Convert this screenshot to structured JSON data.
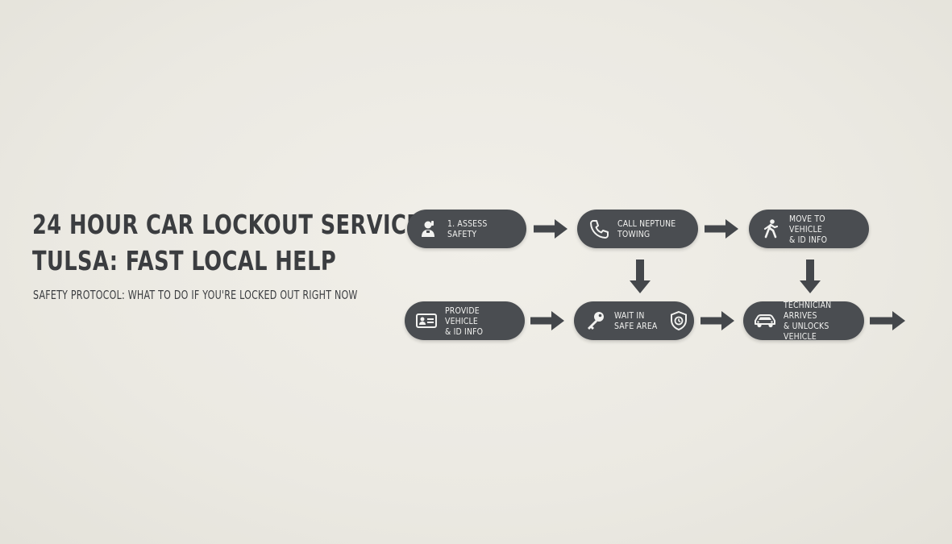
{
  "header": {
    "title_line1": "24 HOUR CAR LOCKOUT SERVICE",
    "title_line2": "TULSA: FAST LOCAL HELP",
    "subtitle": "SAFETY PROTOCOL: WHAT TO DO IF YOU'RE LOCKED OUT RIGHT NOW"
  },
  "flow": {
    "steps": [
      {
        "label": "1. ASSESS SAFETY",
        "icon": "person-phone-icon"
      },
      {
        "label": "CALL NEPTUNE\nTOWING",
        "icon": "phone-icon"
      },
      {
        "label": "MOVE TO VEHICLE\n& ID INFO",
        "icon": "walking-person-icon"
      },
      {
        "label": "PROVIDE VEHICLE\n& ID INFO",
        "icon": "id-card-icon"
      },
      {
        "label": "WAIT IN\nSAFE AREA",
        "icon": "key-icon"
      },
      {
        "label": "TECHNICIAN ARRIVES\n& UNLOCKS VEHICLE",
        "icon": "car-icon"
      }
    ]
  },
  "colors": {
    "background": "#ece9e3",
    "node_fill": "#4a4d51",
    "node_text": "#f2f2f0",
    "arrow": "#44474b",
    "title_text": "#3b3d40"
  }
}
